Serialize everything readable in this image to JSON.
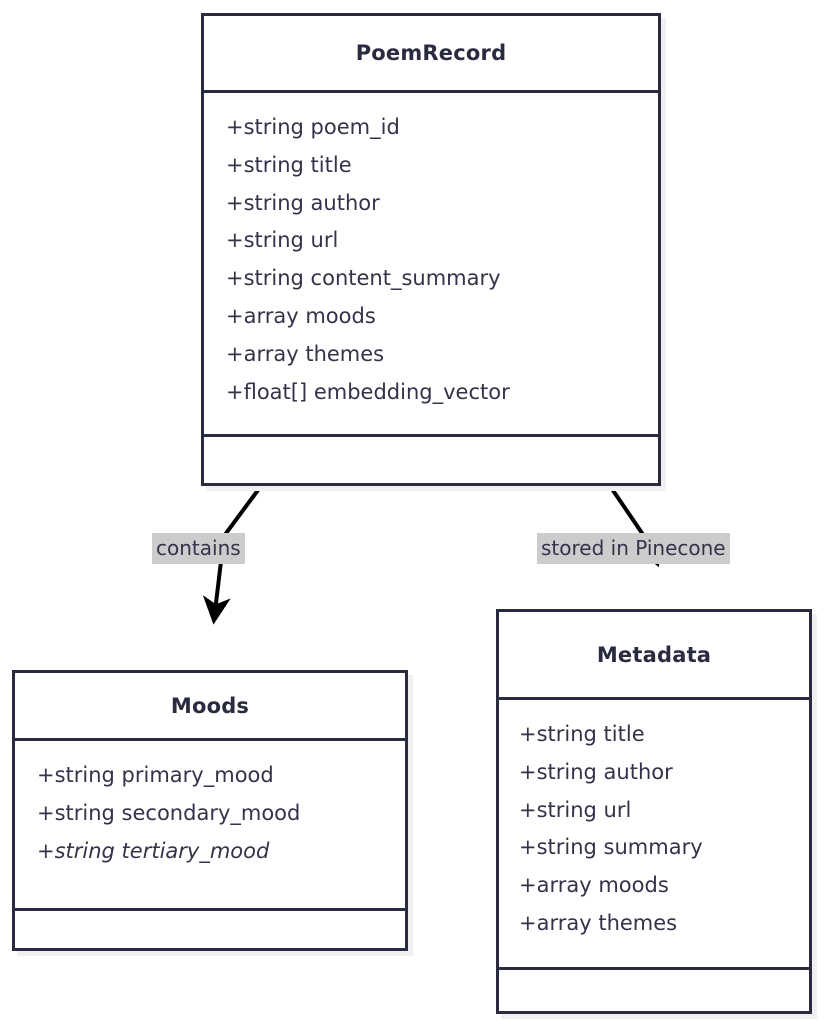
{
  "diagram": {
    "type": "uml-class-diagram",
    "background_color": "#ffffff",
    "stroke_color": "#2b2b40",
    "text_color": "#33334a",
    "label_background_color": "#cccccc",
    "shadow_color": "#f0f0f0",
    "classes": [
      {
        "id": "poemrecord",
        "name": "PoemRecord",
        "attributes": [
          {
            "text": "+string poem_id",
            "italic": false
          },
          {
            "text": "+string title",
            "italic": false
          },
          {
            "text": "+string author",
            "italic": false
          },
          {
            "text": "+string url",
            "italic": false
          },
          {
            "text": "+string content_summary",
            "italic": false
          },
          {
            "text": "+array moods",
            "italic": false
          },
          {
            "text": "+array themes",
            "italic": false
          },
          {
            "text": "+float[] embedding_vector",
            "italic": false
          }
        ],
        "methods": []
      },
      {
        "id": "moods",
        "name": "Moods",
        "attributes": [
          {
            "text": "+string primary_mood",
            "italic": false
          },
          {
            "text": "+string secondary_mood",
            "italic": false
          },
          {
            "text": "+string tertiary_mood",
            "italic": true
          }
        ],
        "methods": []
      },
      {
        "id": "metadata",
        "name": "Metadata",
        "attributes": [
          {
            "text": "+string title",
            "italic": false
          },
          {
            "text": "+string author",
            "italic": false
          },
          {
            "text": "+string url",
            "italic": false
          },
          {
            "text": "+string summary",
            "italic": false
          },
          {
            "text": "+array moods",
            "italic": false
          },
          {
            "text": "+array themes",
            "italic": false
          }
        ],
        "methods": []
      }
    ],
    "relationships": [
      {
        "id": "contains",
        "label": "contains",
        "from": "poemrecord",
        "to": "moods",
        "arrow": "solid-filled"
      },
      {
        "id": "stored-in-pinecone",
        "label": "stored in Pinecone",
        "from": "poemrecord",
        "to": "metadata",
        "arrow": "solid-filled"
      }
    ]
  }
}
